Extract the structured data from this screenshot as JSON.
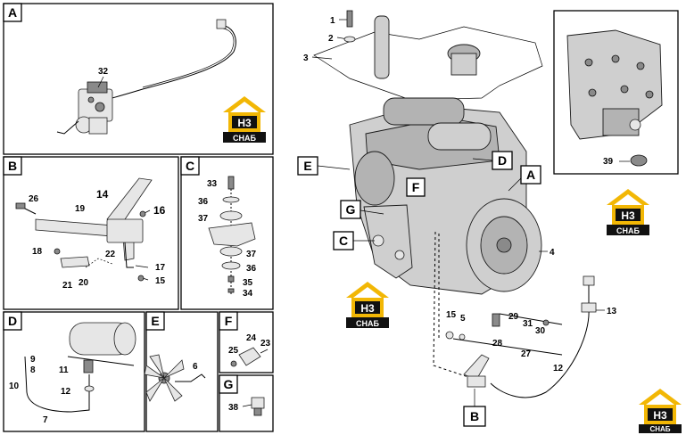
{
  "panels": {
    "A": {
      "letter": "A",
      "labels": [
        "32"
      ]
    },
    "B": {
      "letter": "B",
      "labels": [
        "26",
        "19",
        "14",
        "16",
        "18",
        "22",
        "17",
        "15",
        "21",
        "20"
      ]
    },
    "C": {
      "letter": "C",
      "labels": [
        "33",
        "36",
        "37",
        "37",
        "36",
        "35",
        "34"
      ]
    },
    "D": {
      "letter": "D",
      "labels": [
        "9",
        "8",
        "10",
        "11",
        "12",
        "7"
      ]
    },
    "E": {
      "letter": "E",
      "labels": [
        "6"
      ]
    },
    "F": {
      "letter": "F",
      "labels": [
        "24",
        "25",
        "23"
      ]
    },
    "G": {
      "letter": "G",
      "labels": [
        "38"
      ]
    }
  },
  "main": {
    "callouts": [
      "E",
      "D",
      "A",
      "F",
      "G",
      "C",
      "B"
    ],
    "labels": [
      "1",
      "2",
      "3",
      "4",
      "13",
      "15",
      "5",
      "29",
      "31",
      "30",
      "28",
      "27",
      "12"
    ]
  },
  "inset": {
    "labels": [
      "39"
    ]
  },
  "logo": {
    "top": "H3",
    "bottom": "CHAБ"
  },
  "colors": {
    "logo_yellow": "#f2b705",
    "logo_black": "#111111"
  }
}
